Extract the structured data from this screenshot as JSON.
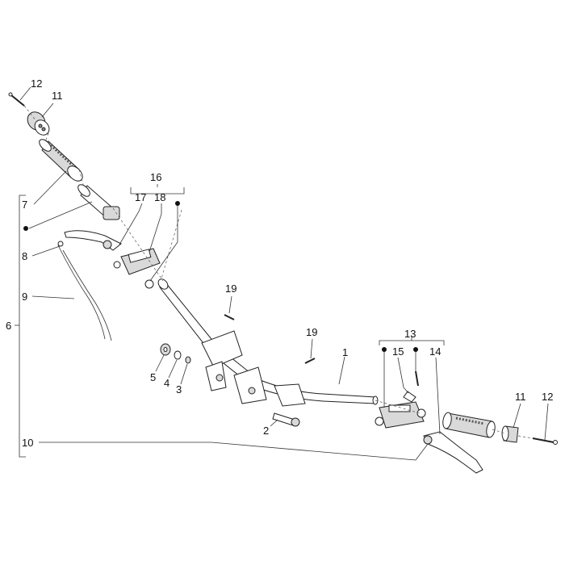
{
  "callouts": {
    "c1": "1",
    "c2": "2",
    "c3": "3",
    "c4": "4",
    "c5": "5",
    "c6": "6",
    "c7": "7",
    "c8": "8",
    "c9": "9",
    "c10": "10",
    "c11a": "11",
    "c11b": "11",
    "c12a": "12",
    "c12b": "12",
    "c13": "13",
    "c14": "14",
    "c15": "15",
    "c16": "16",
    "c17": "17",
    "c18": "18",
    "c19a": "19",
    "c19b": "19"
  },
  "colors": {
    "line": "#222222",
    "fill": "#ffffff",
    "shade": "#d9d9d9"
  }
}
